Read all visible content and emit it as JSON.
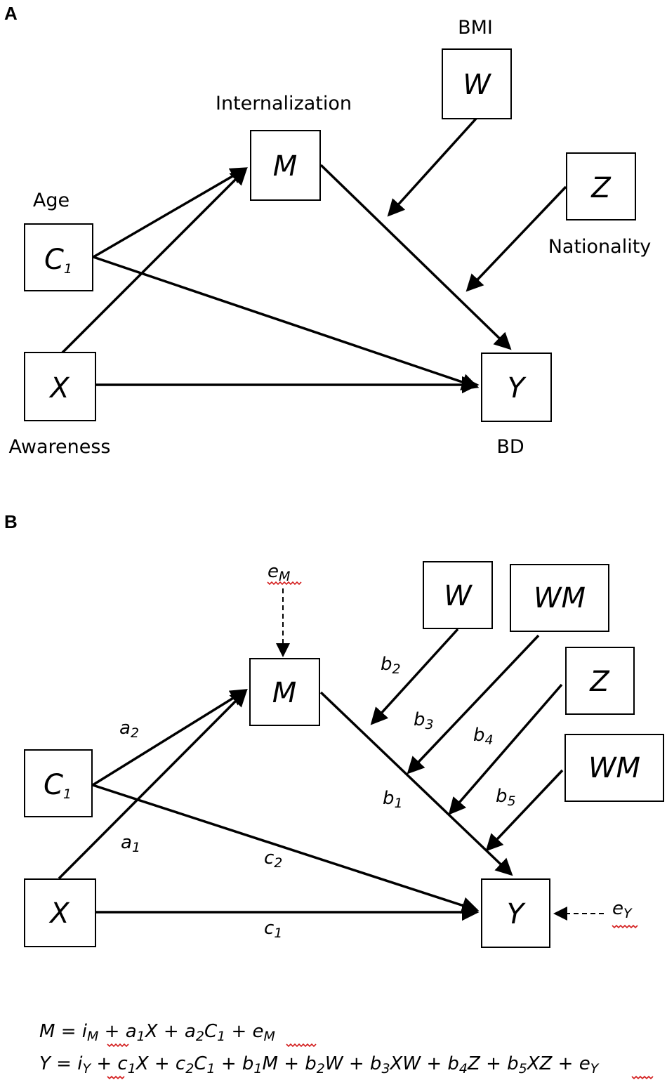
{
  "panel_a": {
    "letter": "A",
    "nodes": {
      "M": {
        "symbol": "M",
        "label": "Internalization"
      },
      "W": {
        "symbol": "W",
        "label": "BMI"
      },
      "Z": {
        "symbol": "Z",
        "label": "Nationality"
      },
      "C1": {
        "symbol": "C",
        "subscript": "1",
        "label": "Age"
      },
      "X": {
        "symbol": "X",
        "label": "Awareness"
      },
      "Y": {
        "symbol": "Y",
        "label": "BD"
      }
    }
  },
  "panel_b": {
    "letter": "B",
    "nodes": {
      "M": {
        "symbol": "M"
      },
      "W": {
        "symbol": "W"
      },
      "WM1": {
        "symbol": "WM"
      },
      "Z": {
        "symbol": "Z"
      },
      "WM2": {
        "symbol": "WM"
      },
      "C1": {
        "symbol": "C",
        "subscript": "1"
      },
      "X": {
        "symbol": "X"
      },
      "Y": {
        "symbol": "Y"
      }
    },
    "errors": {
      "eM": {
        "base": "e",
        "subscript": "M"
      },
      "eY": {
        "base": "e",
        "subscript": "Y"
      }
    },
    "paths": {
      "a1": {
        "base": "a",
        "subscript": "1"
      },
      "a2": {
        "base": "a",
        "subscript": "2"
      },
      "b1": {
        "base": "b",
        "subscript": "1"
      },
      "b2": {
        "base": "b",
        "subscript": "2"
      },
      "b3": {
        "base": "b",
        "subscript": "3"
      },
      "b4": {
        "base": "b",
        "subscript": "4"
      },
      "b5": {
        "base": "b",
        "subscript": "5"
      },
      "c1": {
        "base": "c",
        "subscript": "1"
      },
      "c2": {
        "base": "c",
        "subscript": "2"
      }
    }
  },
  "equations": {
    "line1": {
      "lhs": "M",
      "eq": " = ",
      "i": "i",
      "i_sub": "M",
      "plus": " + ",
      "t1": "a",
      "t1_sub": "1",
      "t1_var": "X",
      "t2": "a",
      "t2_sub": "2",
      "t2_var": "C",
      "t2_var_sub": "1",
      "e": "e",
      "e_sub": "M"
    },
    "line2": {
      "lhs": "Y",
      "eq": " = ",
      "plus": " + ",
      "i": "i",
      "i_sub": "Y",
      "c1": "c",
      "c1_sub": "1",
      "c1_var": "X",
      "c2": "c",
      "c2_sub": "2",
      "c2_var": "C",
      "c2_var_sub": "1",
      "b1": "b",
      "b1_sub": "1",
      "b1_var": "M",
      "b2": "b",
      "b2_sub": "2",
      "b2_var": "W",
      "b3": "b",
      "b3_sub": "3",
      "b3_var": "XW",
      "b4": "b",
      "b4_sub": "4",
      "b4_var": "Z",
      "b5": "b",
      "b5_sub": "5",
      "b5_var": "XZ",
      "e": "e",
      "e_sub": "Y"
    }
  }
}
